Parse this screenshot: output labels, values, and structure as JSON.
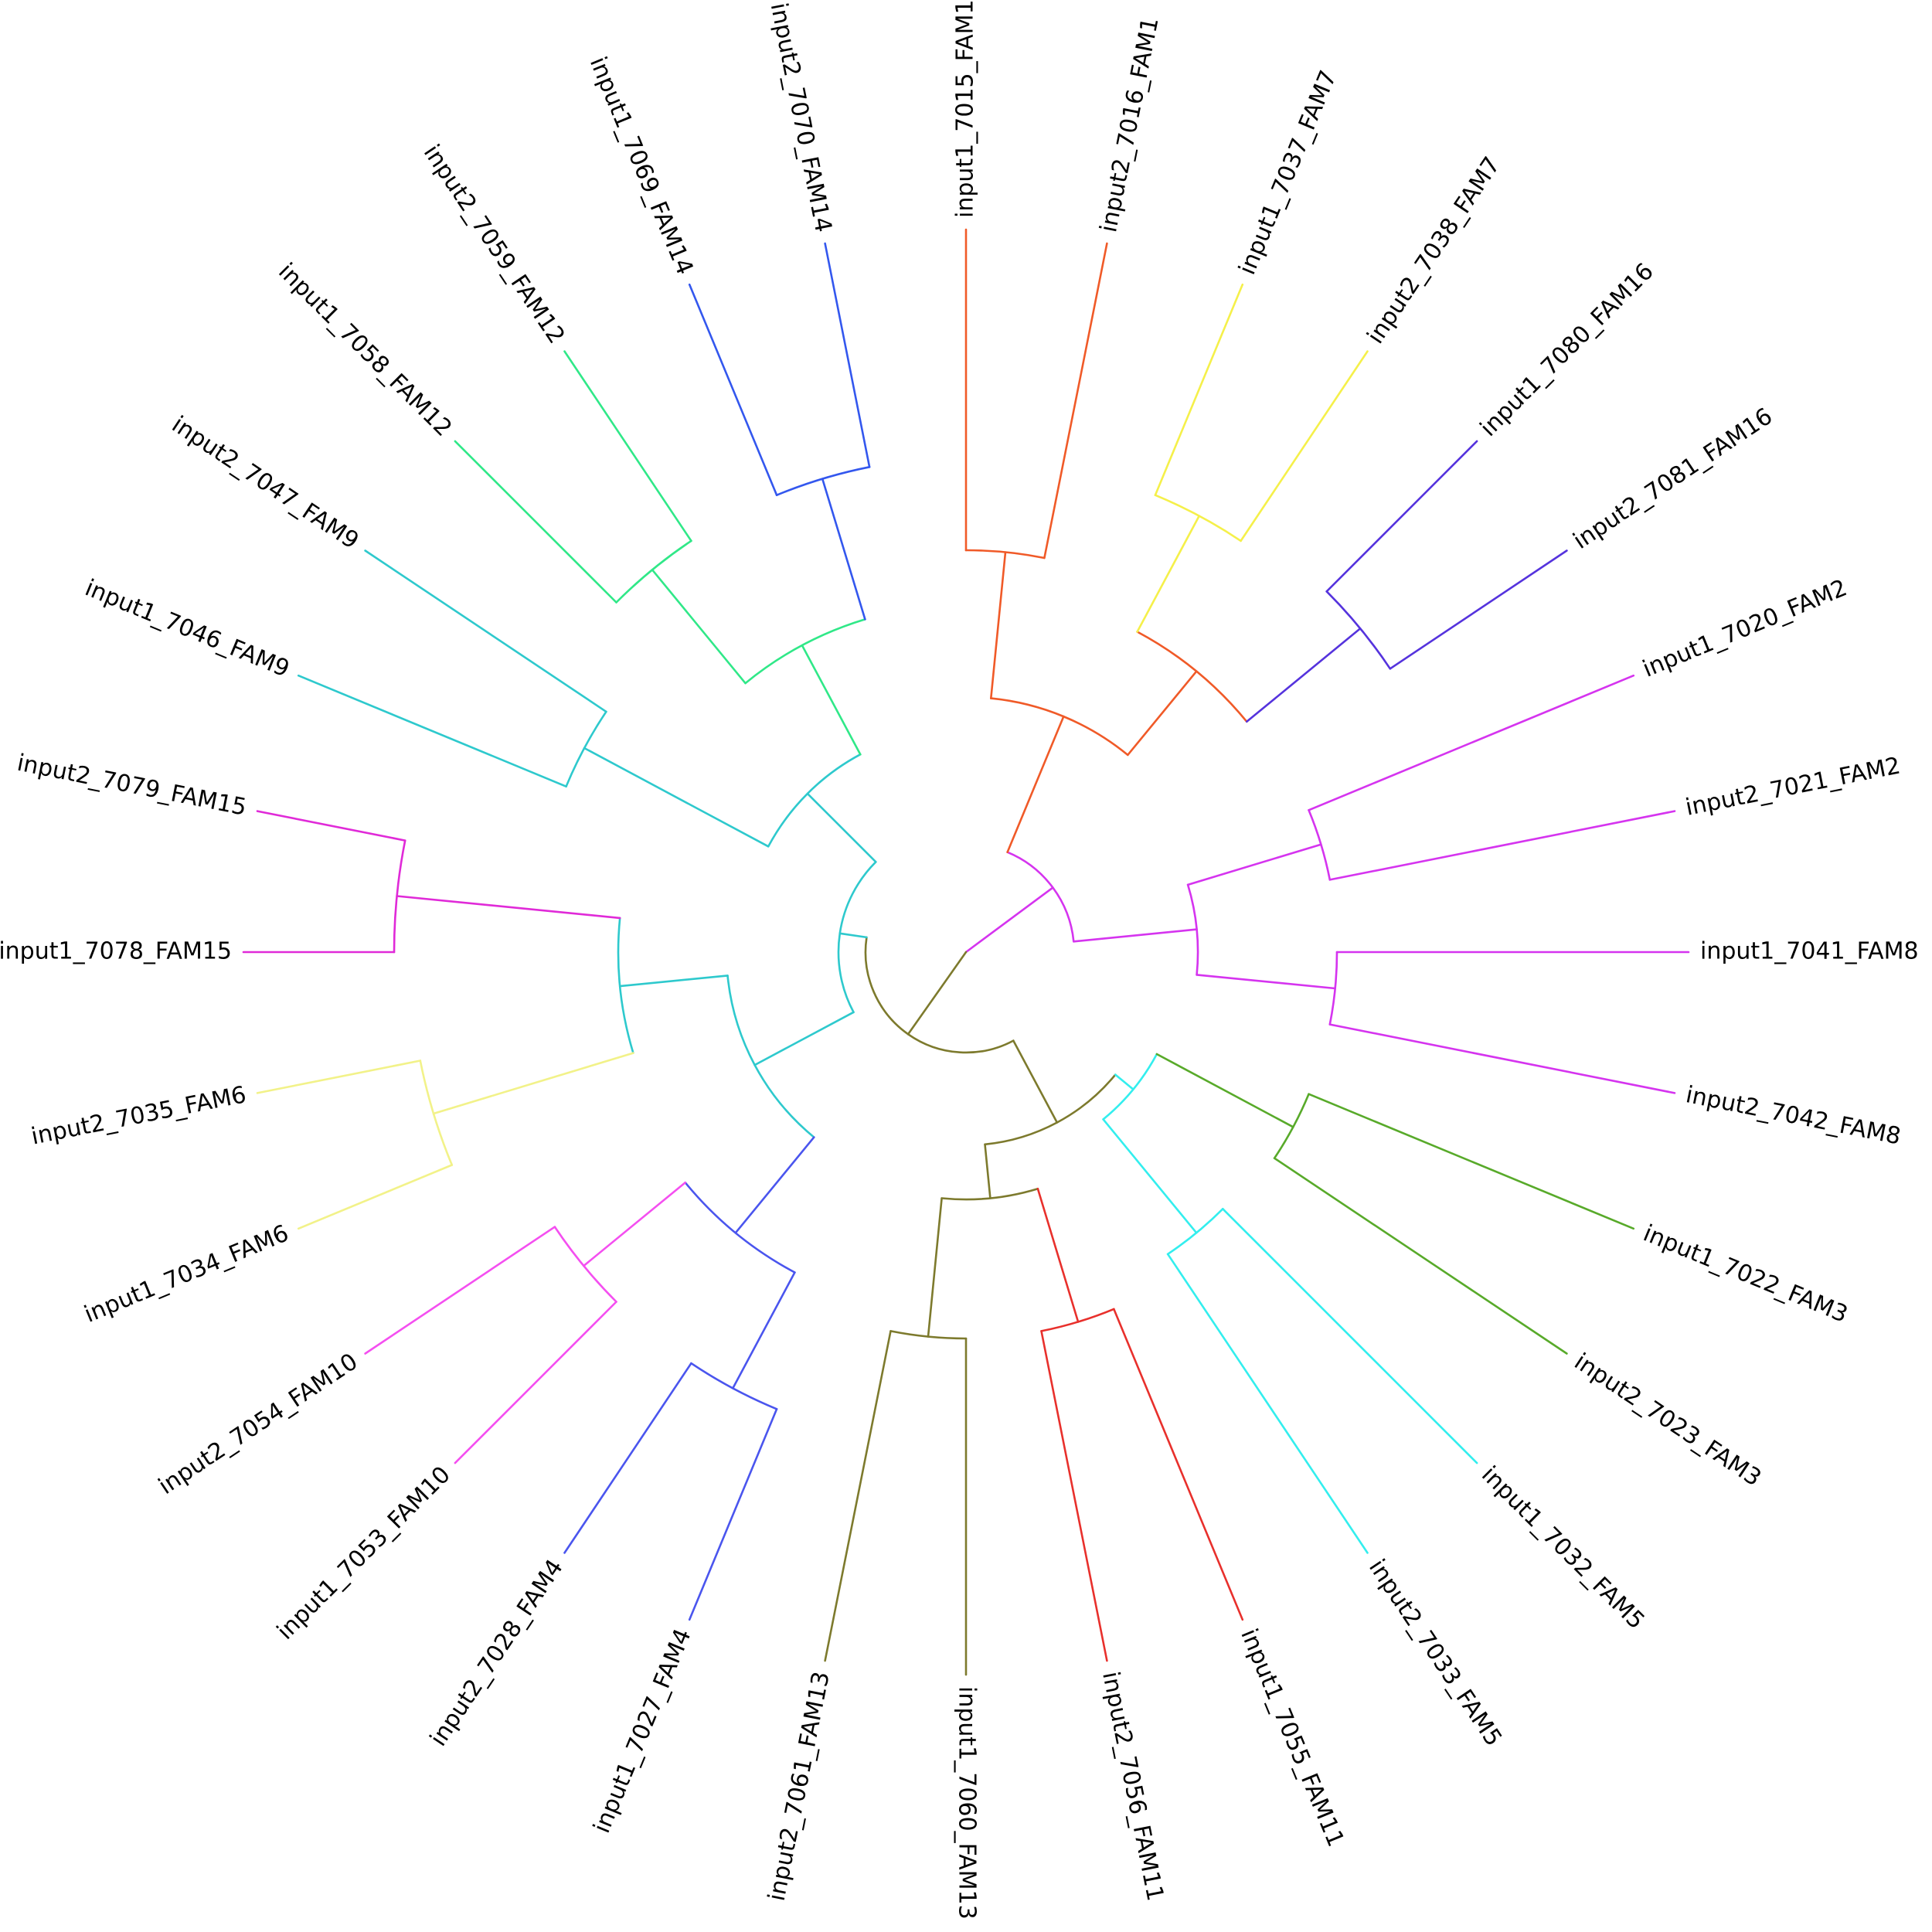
{
  "colors": {
    "fam1_7": "#f05a28",
    "fam7": "#f5f04a",
    "fam16": "#5533dd",
    "fam2_8": "#d534ef",
    "fam3": "#58aa2a",
    "fam5": "#33eeee",
    "fam11": "#e8302c",
    "fam13": "#7d7a2d",
    "fam4": "#4a55ee",
    "fam10": "#f44ff0",
    "fam6": "#f2f289",
    "fam15": "#e02ad8",
    "fam9": "#2ec9cd",
    "fam12": "#30e888",
    "fam14": "#3357ee",
    "root": "#7d7a2d"
  },
  "leaves": [
    {
      "label": "input1_7015_FAM1",
      "clade": "fam1_7"
    },
    {
      "label": "input2_7016_FAM1",
      "clade": "fam1_7"
    },
    {
      "label": "input1_7037_FAM7",
      "clade": "fam7"
    },
    {
      "label": "input2_7038_FAM7",
      "clade": "fam7"
    },
    {
      "label": "input1_7080_FAM16",
      "clade": "fam16"
    },
    {
      "label": "input2_7081_FAM16",
      "clade": "fam16"
    },
    {
      "label": "input1_7020_FAM2",
      "clade": "fam2_8"
    },
    {
      "label": "input2_7021_FAM2",
      "clade": "fam2_8"
    },
    {
      "label": "input1_7041_FAM8",
      "clade": "fam2_8"
    },
    {
      "label": "input2_7042_FAM8",
      "clade": "fam2_8"
    },
    {
      "label": "input1_7022_FAM3",
      "clade": "fam3"
    },
    {
      "label": "input2_7023_FAM3",
      "clade": "fam3"
    },
    {
      "label": "input1_7032_FAM5",
      "clade": "fam5"
    },
    {
      "label": "input2_7033_FAM5",
      "clade": "fam5"
    },
    {
      "label": "input1_7055_FAM11",
      "clade": "fam11"
    },
    {
      "label": "input2_7056_FAM11",
      "clade": "fam11"
    },
    {
      "label": "input1_7060_FAM13",
      "clade": "fam13"
    },
    {
      "label": "input2_7061_FAM13",
      "clade": "fam13"
    },
    {
      "label": "input1_7027_FAM4",
      "clade": "fam4"
    },
    {
      "label": "input2_7028_FAM4",
      "clade": "fam4"
    },
    {
      "label": "input1_7053_FAM10",
      "clade": "fam10"
    },
    {
      "label": "input2_7054_FAM10",
      "clade": "fam10"
    },
    {
      "label": "input1_7034_FAM6",
      "clade": "fam6"
    },
    {
      "label": "input2_7035_FAM6",
      "clade": "fam6"
    },
    {
      "label": "input1_7078_FAM15",
      "clade": "fam15"
    },
    {
      "label": "input2_7079_FAM15",
      "clade": "fam15"
    },
    {
      "label": "input1_7046_FAM9",
      "clade": "fam9"
    },
    {
      "label": "input2_7047_FAM9",
      "clade": "fam9"
    },
    {
      "label": "input1_7058_FAM12",
      "clade": "fam12"
    },
    {
      "label": "input2_7059_FAM12",
      "clade": "fam12"
    },
    {
      "label": "input1_7069_FAM14",
      "clade": "fam14"
    },
    {
      "label": "input2_7070_FAM14",
      "clade": "fam14"
    }
  ]
}
